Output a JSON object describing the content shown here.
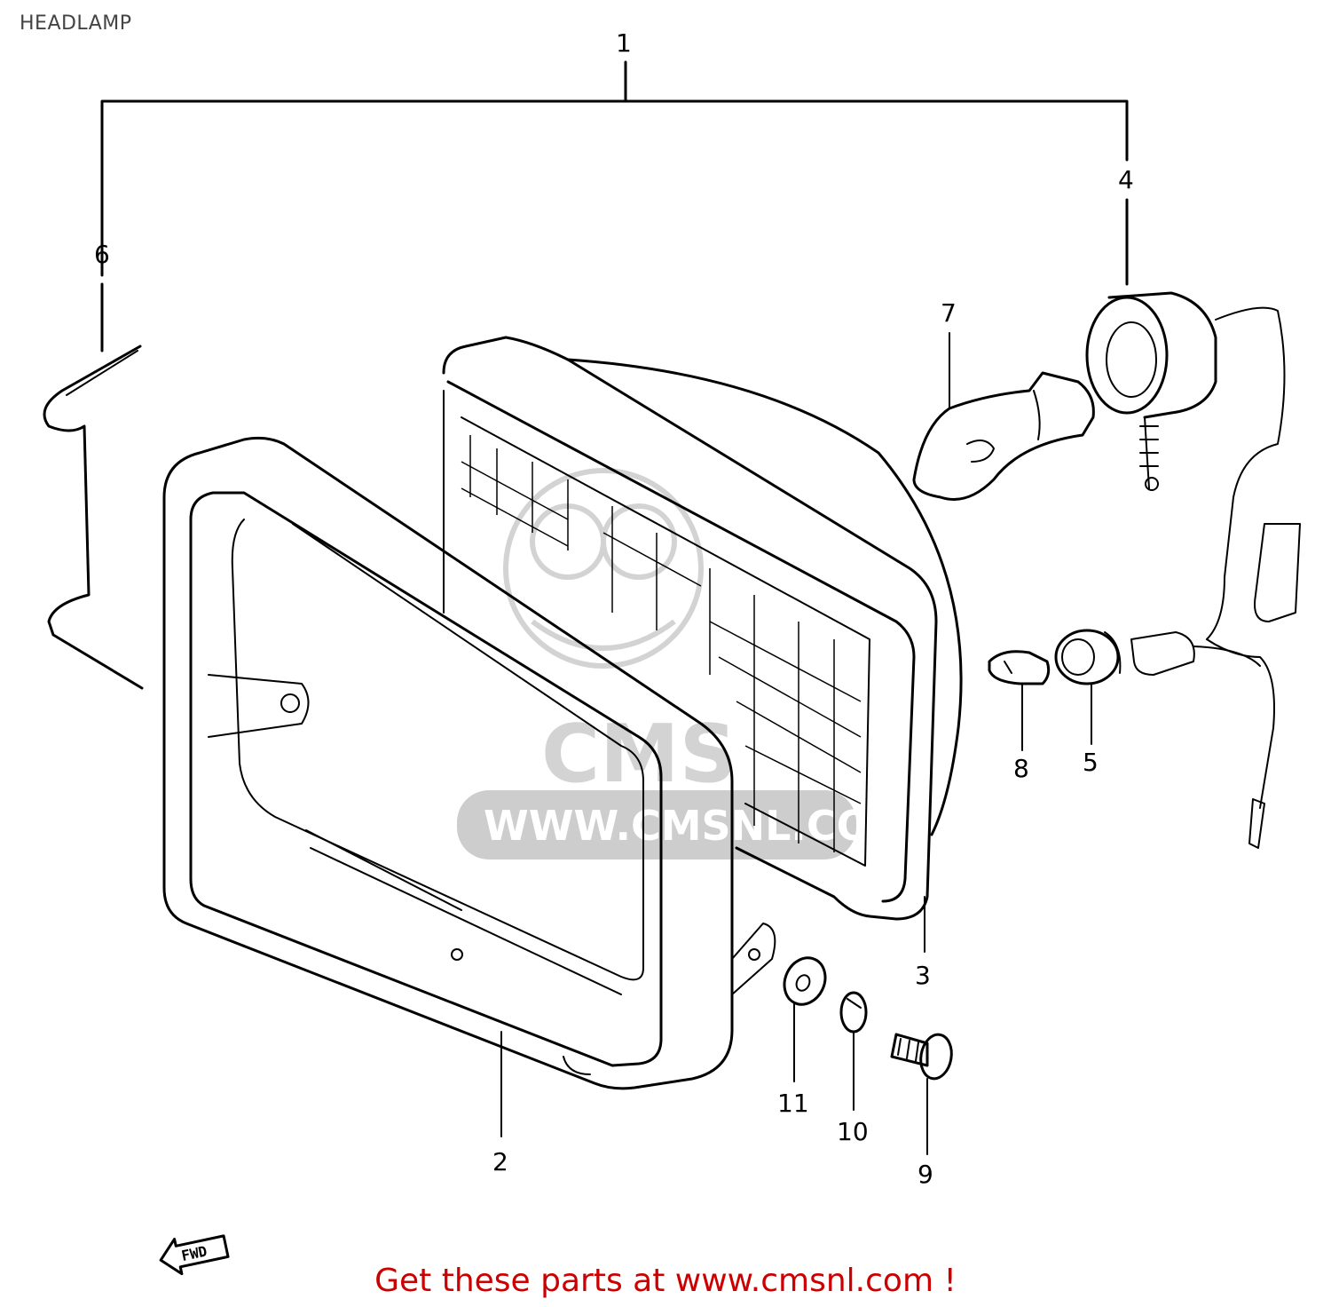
{
  "title": "HEADLAMP",
  "callouts": [
    "1",
    "2",
    "3",
    "4",
    "5",
    "6",
    "7",
    "8",
    "9",
    "10",
    "11"
  ],
  "watermark": {
    "logo_text": "CMS",
    "url_text": "WWW.CMSNL.COM"
  },
  "direction_marker": "FWD",
  "promo_link": "Get these parts at www.cmsnl.com !",
  "colors": {
    "line": "#000000",
    "promo": "#cc0000",
    "watermark": "#c8c8c8",
    "title": "#444444"
  }
}
